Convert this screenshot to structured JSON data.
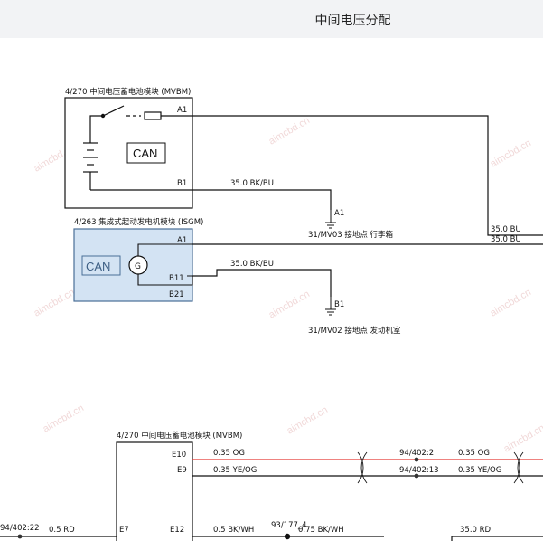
{
  "header": {
    "title": "中间电压分配"
  },
  "watermark": "aimcbd.cn",
  "colors": {
    "wire": "#111111",
    "orange_wire": "#e53935",
    "isgm_fill": "#d3e3f3",
    "isgm_stroke": "#4a6f97"
  },
  "mvbm_top": {
    "title": "4/270 中间电压蓄电池模块 (MVBM)",
    "pin_a1": "A1",
    "pin_b1": "B1",
    "can": "CAN",
    "wire_b1": "35.0 BK/BU",
    "wire_a1": "35.0 BU"
  },
  "ground_mv03": {
    "pin": "A1",
    "label": "31/MV03 接地点 行李箱"
  },
  "isgm": {
    "title": "4/263 集成式起动发电机模块 (ISGM)",
    "pin_a1": "A1",
    "pin_b11": "B11",
    "pin_b21": "B21",
    "can": "CAN",
    "gen": "G",
    "wire_b11": "35.0 BK/BU",
    "wire_a1": "35.0 BU"
  },
  "ground_mv02": {
    "pin": "B1",
    "label": "31/MV02 接地点 发动机室"
  },
  "mvbm_bottom": {
    "title": "4/270 中间电压蓄电池模块 (MVBM)",
    "pin_e10": "E10",
    "pin_e9": "E9",
    "pin_e7": "E7",
    "pin_e12": "E12",
    "wire_e10": "0.35 OG",
    "wire_e9": "0.35 YE/OG",
    "conn_e10": "94/402:2",
    "conn_e9": "94/402:13",
    "wire_e10_r": "0.35 OG",
    "wire_e9_r": "0.35 YE/OG",
    "left_conn": "94/402:22",
    "wire_e7": "0.5 RD",
    "wire_e12": "0.5 BK/WH",
    "splice": "93/177_4",
    "wire_e12_r": "0.75 BK/WH",
    "wire_right": "35.0 RD"
  }
}
